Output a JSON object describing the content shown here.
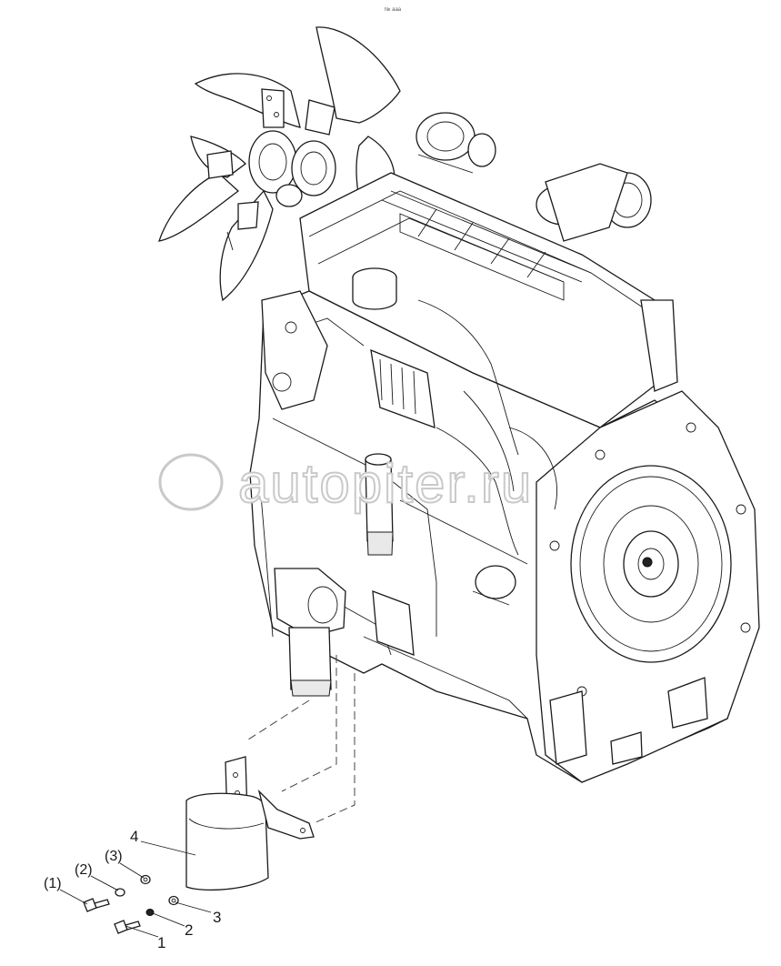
{
  "drawing": {
    "corner_mark": "№ ааа",
    "watermark": "autopiter.ru",
    "callouts": {
      "c1": "(1)",
      "c2": "(2)",
      "c3": "(3)",
      "c4": "4",
      "n1": "1",
      "n2": "2",
      "n3": "3"
    }
  },
  "colors": {
    "line": "#1a1a1a",
    "background": "#ffffff",
    "watermark": "#c9c9c9"
  }
}
